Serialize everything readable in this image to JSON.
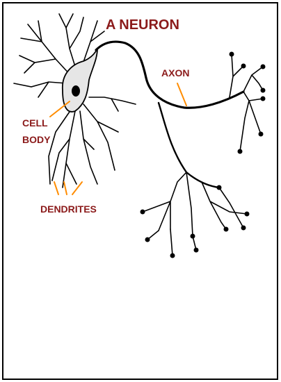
{
  "diagram": {
    "title": "A NEURON",
    "labels": {
      "axon": "AXON",
      "cell_body_line1": "CELL",
      "cell_body_line2": "BODY",
      "dendrites": "DENDRITES"
    }
  },
  "colors": {
    "label_text": "#8b1a1a",
    "pointer": "#ff8c00",
    "outline": "#000000",
    "cell_fill": "#e6e6e6",
    "nucleus": "#000000"
  }
}
